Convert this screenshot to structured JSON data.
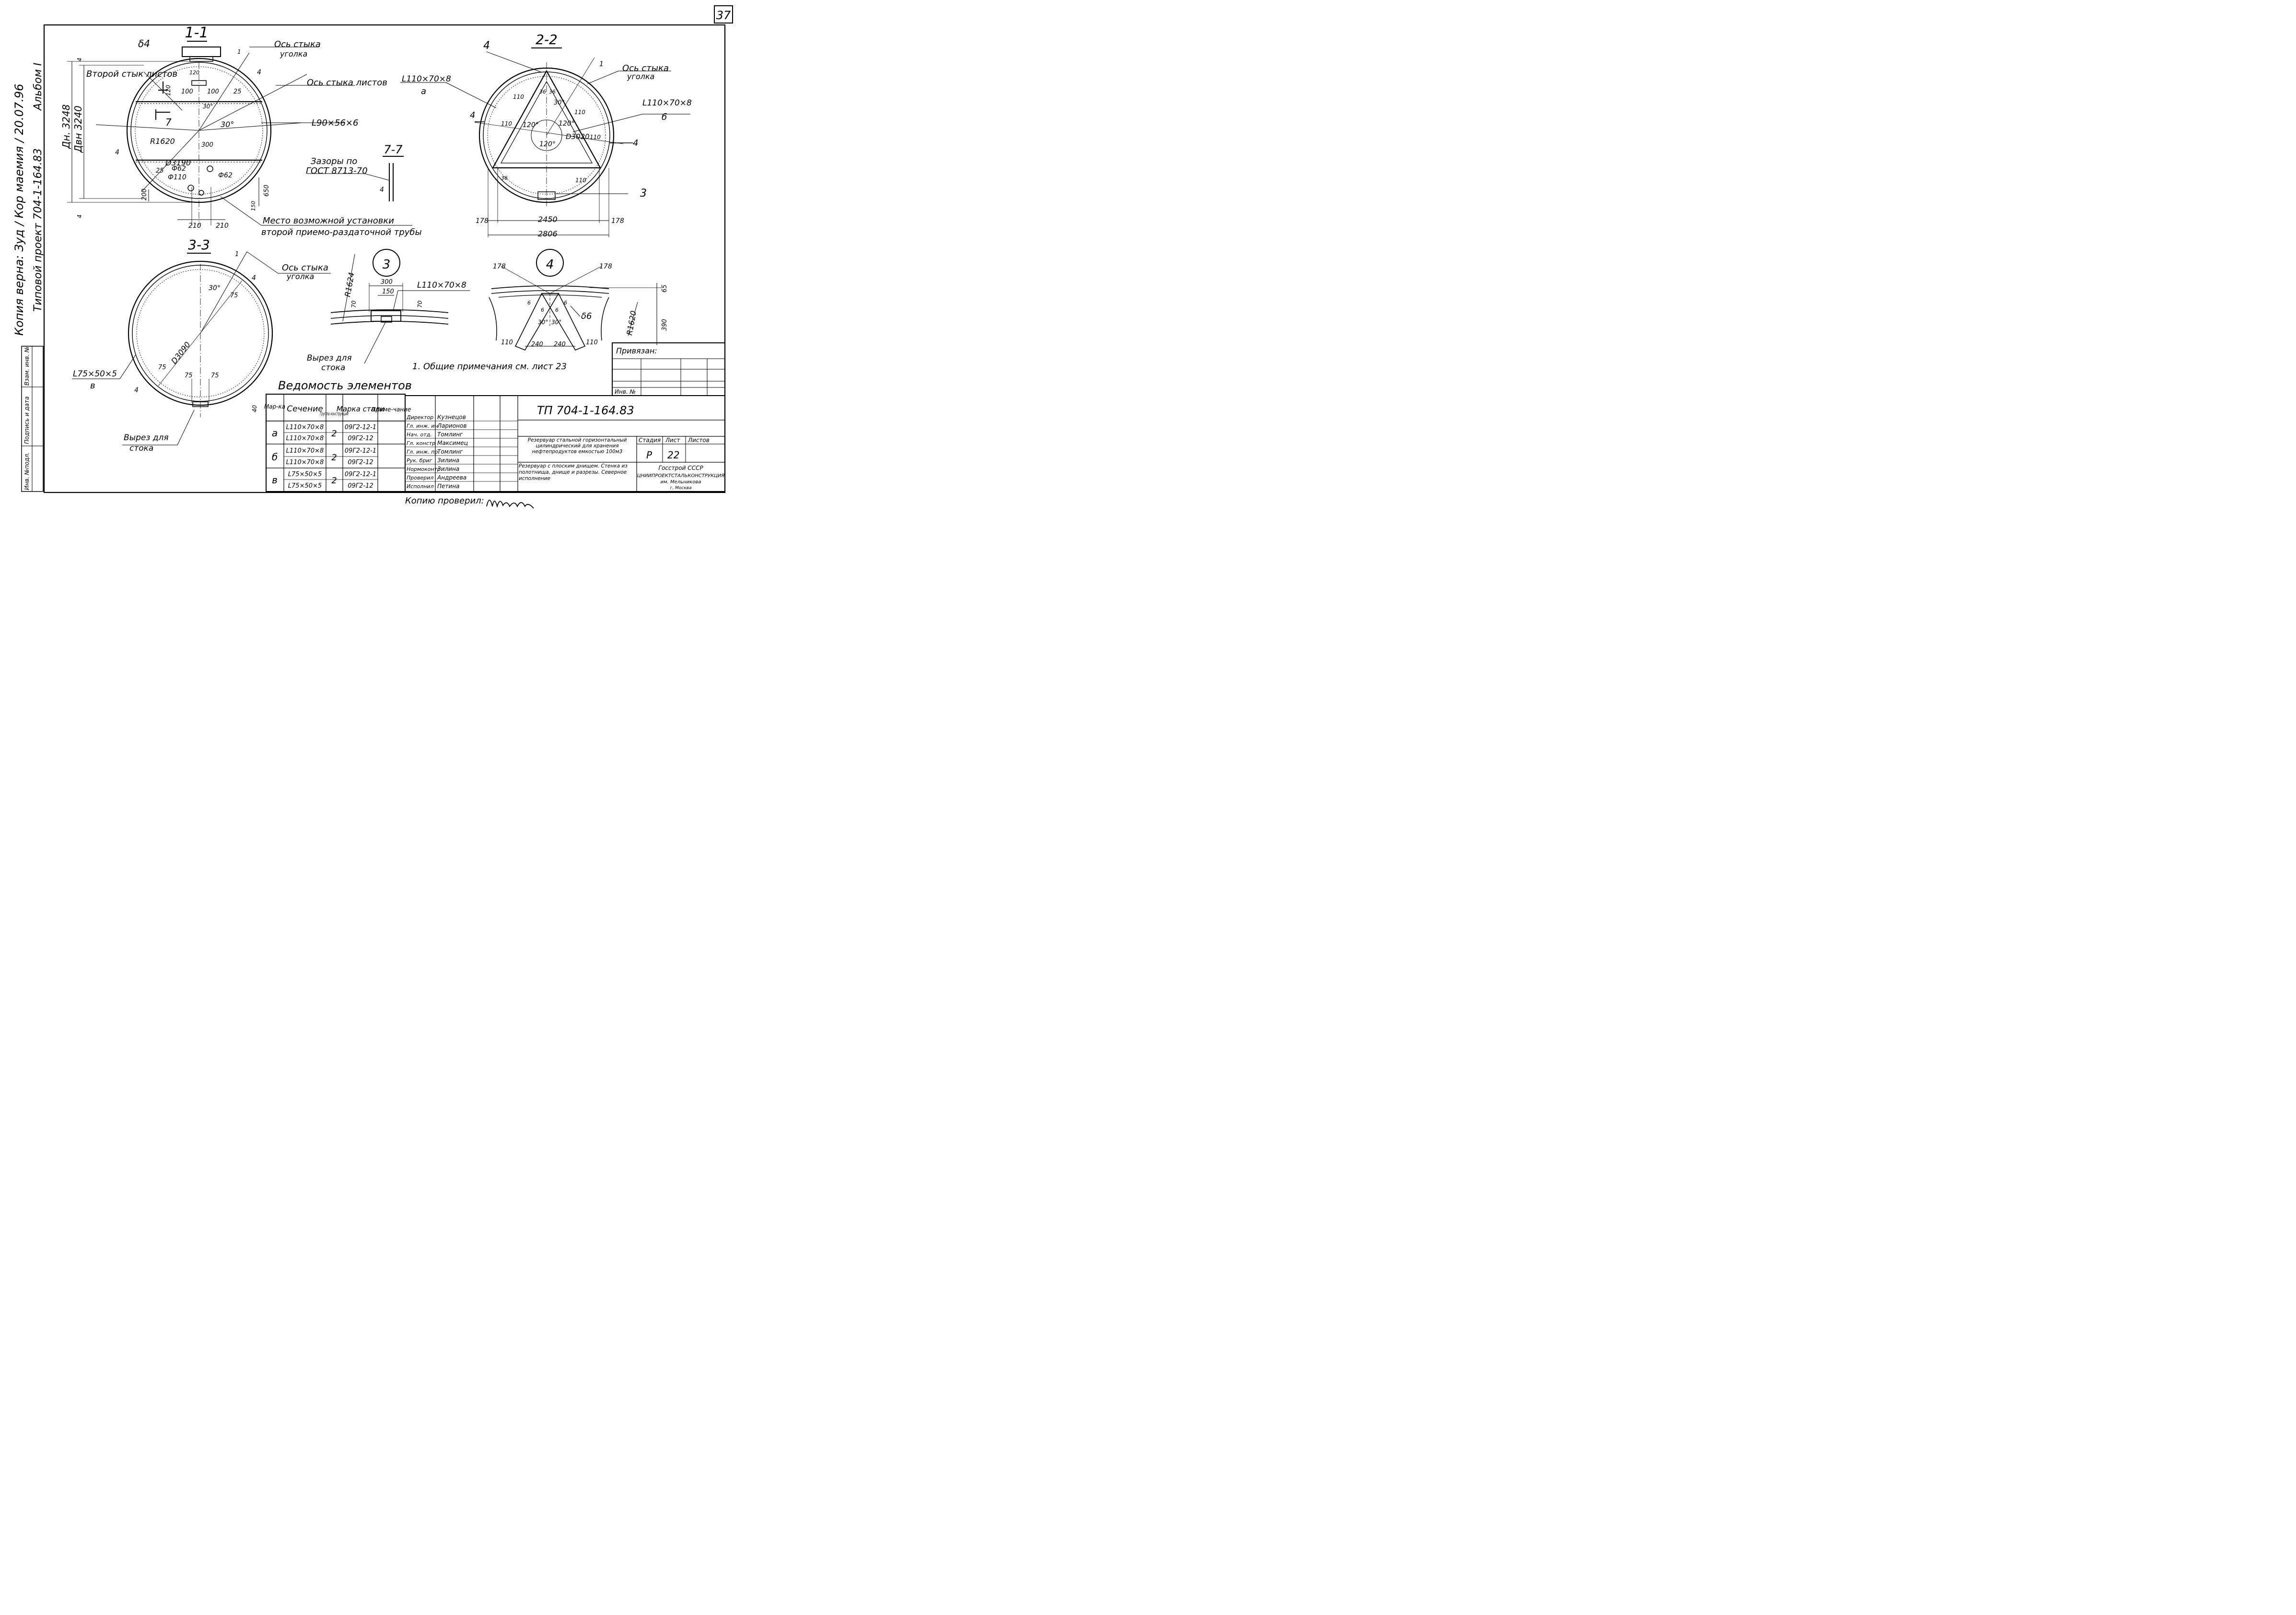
{
  "sheet": {
    "page_number": "37",
    "notes": "1. Общие примечания см. лист 23",
    "copy_checked_label": "Копию проверил:"
  },
  "margin": {
    "line1": "Копия верна: Зуд / Кор маемия / 20.07.96",
    "line2": "Типовой проект 704-1-164.83",
    "album": "Альбом I",
    "stamps": [
      "Инв. №подл.",
      "Подпись и дата",
      "Взам. инв. №"
    ]
  },
  "section_1_1": {
    "title": "1-1",
    "labels": {
      "delta": "δ4",
      "joint_sheets_axis": "Ось стыка листов",
      "joint_angle_axis_1": "Ось стыка",
      "joint_angle_axis_2": "уголка",
      "second_joint": "Второй стык листов",
      "angle_profile": "L90×56×6",
      "outer_d": "Дн. 3248",
      "inner_d": "Двн 3240",
      "radius": "R1620",
      "d3190": "D3190",
      "phi62a": "Ф62",
      "phi62b": "Ф62",
      "phi110": "Ф110",
      "install_place_1": "Место возможной установки",
      "install_place_2": "второй приемо-раздаточной трубы",
      "section_mark": "7"
    },
    "dims": [
      "100",
      "100",
      "120",
      "300",
      "210",
      "210",
      "200",
      "650",
      "150",
      "30°",
      "30°",
      "25",
      "25",
      "4",
      "4",
      "4",
      "4",
      "1",
      "120"
    ]
  },
  "section_2_2": {
    "title": "2-2",
    "labels": {
      "angle_a": "L110×70×8",
      "angle_a_mark": "a",
      "angle_b": "L110×70×8",
      "angle_b_mark": "б",
      "joint_angle_axis_1": "Ось стыка",
      "joint_angle_axis_2": "уголка",
      "d3020": "D3020",
      "leader_4a": "4",
      "leader_4b": "4",
      "leader_4c": "4",
      "leader_3": "3",
      "leader_1": "1"
    },
    "dims": [
      "2450",
      "2806",
      "178",
      "178",
      "110",
      "110",
      "110",
      "110",
      "110",
      "36",
      "36",
      "36",
      "120°",
      "120°",
      "120°",
      "30°"
    ]
  },
  "section_7_7": {
    "title": "7-7",
    "gaps_1": "Зазоры по",
    "gaps_2": "ГОСТ 8713-70",
    "dim": "4"
  },
  "section_3_3": {
    "title": "3-3",
    "labels": {
      "joint_angle_axis_1": "Ось стыка",
      "joint_angle_axis_2": "уголка",
      "angle_v": "L75×50×5",
      "angle_v_mark": "в",
      "diameter": "D3090",
      "drain_cut_1": "Вырез для",
      "drain_cut_2": "стока"
    },
    "dims": [
      "30°",
      "75",
      "75",
      "75",
      "75",
      "4",
      "4",
      "40",
      "1"
    ]
  },
  "detail_3": {
    "title": "3",
    "labels": {
      "radius": "R1624",
      "angle": "L110×70×8",
      "drain_cut_1": "Вырез для",
      "drain_cut_2": "стока"
    },
    "dims": [
      "300",
      "150",
      "70",
      "70"
    ]
  },
  "detail_4": {
    "title": "4",
    "labels": {
      "radius": "R1620",
      "delta": "δ6"
    },
    "dims": [
      "178",
      "178",
      "65",
      "390",
      "110",
      "110",
      "240",
      "240",
      "30°",
      "30°",
      "6",
      "6",
      "6",
      "6"
    ]
  },
  "elements_table": {
    "title": "Ведомость элементов",
    "headers": [
      "Мар-ка",
      "Сечение",
      "Группа конструкций",
      "Марка стали",
      "Приме-чание"
    ],
    "rows": [
      {
        "mark": "а",
        "group": "2",
        "items": [
          {
            "section": "L110×70×8",
            "steel": "09Г2-12-1"
          },
          {
            "section": "L110×70×8",
            "steel": "09Г2-12"
          }
        ]
      },
      {
        "mark": "б",
        "group": "2",
        "items": [
          {
            "section": "L110×70×8",
            "steel": "09Г2-12-1"
          },
          {
            "section": "L110×70×8",
            "steel": "09Г2-12"
          }
        ]
      },
      {
        "mark": "в",
        "group": "2",
        "items": [
          {
            "section": "L75×50×5",
            "steel": "09Г2-12-1"
          },
          {
            "section": "L75×50×5",
            "steel": "09Г2-12"
          }
        ]
      }
    ]
  },
  "title_block": {
    "project_number": "ТП 704-1-164.83",
    "binding_label": "Привязан:",
    "inv_label": "Инв. №",
    "staff": [
      {
        "role": "Директор",
        "name": "Кузнецов"
      },
      {
        "role": "Гл. инж. ин",
        "name": "Ларионов"
      },
      {
        "role": "Нач. отд.",
        "name": "Томлинг"
      },
      {
        "role": "Гл. констр",
        "name": "Максимец"
      },
      {
        "role": "Гл. инж. пр.",
        "name": "Томлинг"
      },
      {
        "role": "Рук. бриг",
        "name": "Зилина"
      },
      {
        "role": "Нормоконтр",
        "name": "Зилина"
      },
      {
        "role": "Проверил",
        "name": "Андреева"
      },
      {
        "role": "Исполнил",
        "name": "Петина"
      }
    ],
    "description_1": "Резервуар стальной горизонтальный цилиндрический для хранения нефтепродуктов емкостью 100м3",
    "description_2": "Резервуар с плоским днищем. Стенка из полотнища, днище и разрезы. Северное исполнение",
    "stage_label": "Стадия",
    "sheet_label": "Лист",
    "sheets_label": "Листов",
    "stage": "Р",
    "sheet": "22",
    "org_1": "Госстрой СССР",
    "org_2": "ЦНИИПРОЕКТСТАЛЬКОНСТРУКЦИЯ",
    "org_3": "им. Мельникова",
    "org_4": "г. Москва"
  }
}
